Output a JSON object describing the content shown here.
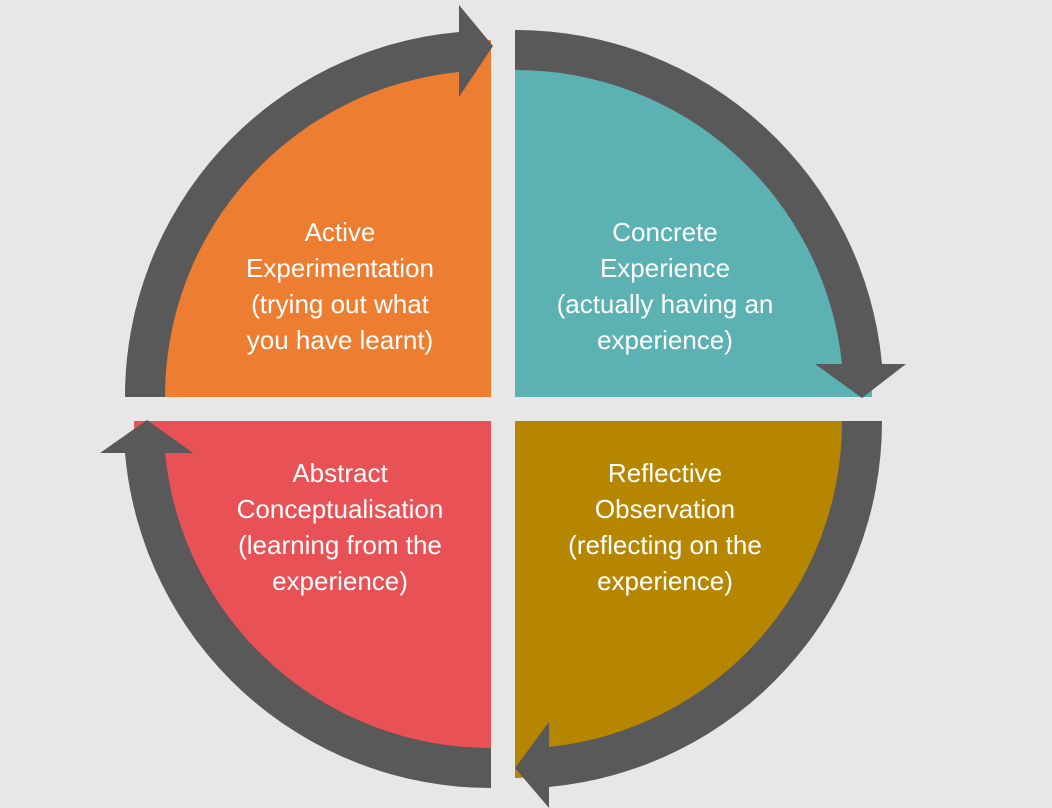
{
  "colors": {
    "background": "#e7e7e7",
    "arrow": "#595959",
    "active_experimentation": "#ed7d31",
    "concrete_experience": "#5cb1b2",
    "reflective_observation": "#b68600",
    "abstract_conceptualisation": "#e85155"
  },
  "quadrants": {
    "active_experimentation": {
      "lines": [
        "Active",
        "Experimentation",
        "(trying out what",
        "you have learnt)"
      ]
    },
    "concrete_experience": {
      "lines": [
        "Concrete",
        "Experience",
        "(actually having an",
        "experience)"
      ]
    },
    "reflective_observation": {
      "lines": [
        "Reflective",
        "Observation",
        "(reflecting on the",
        "experience)"
      ]
    },
    "abstract_conceptualisation": {
      "lines": [
        "Abstract",
        "Conceptualisation",
        "(learning from the",
        "experience)"
      ]
    }
  }
}
